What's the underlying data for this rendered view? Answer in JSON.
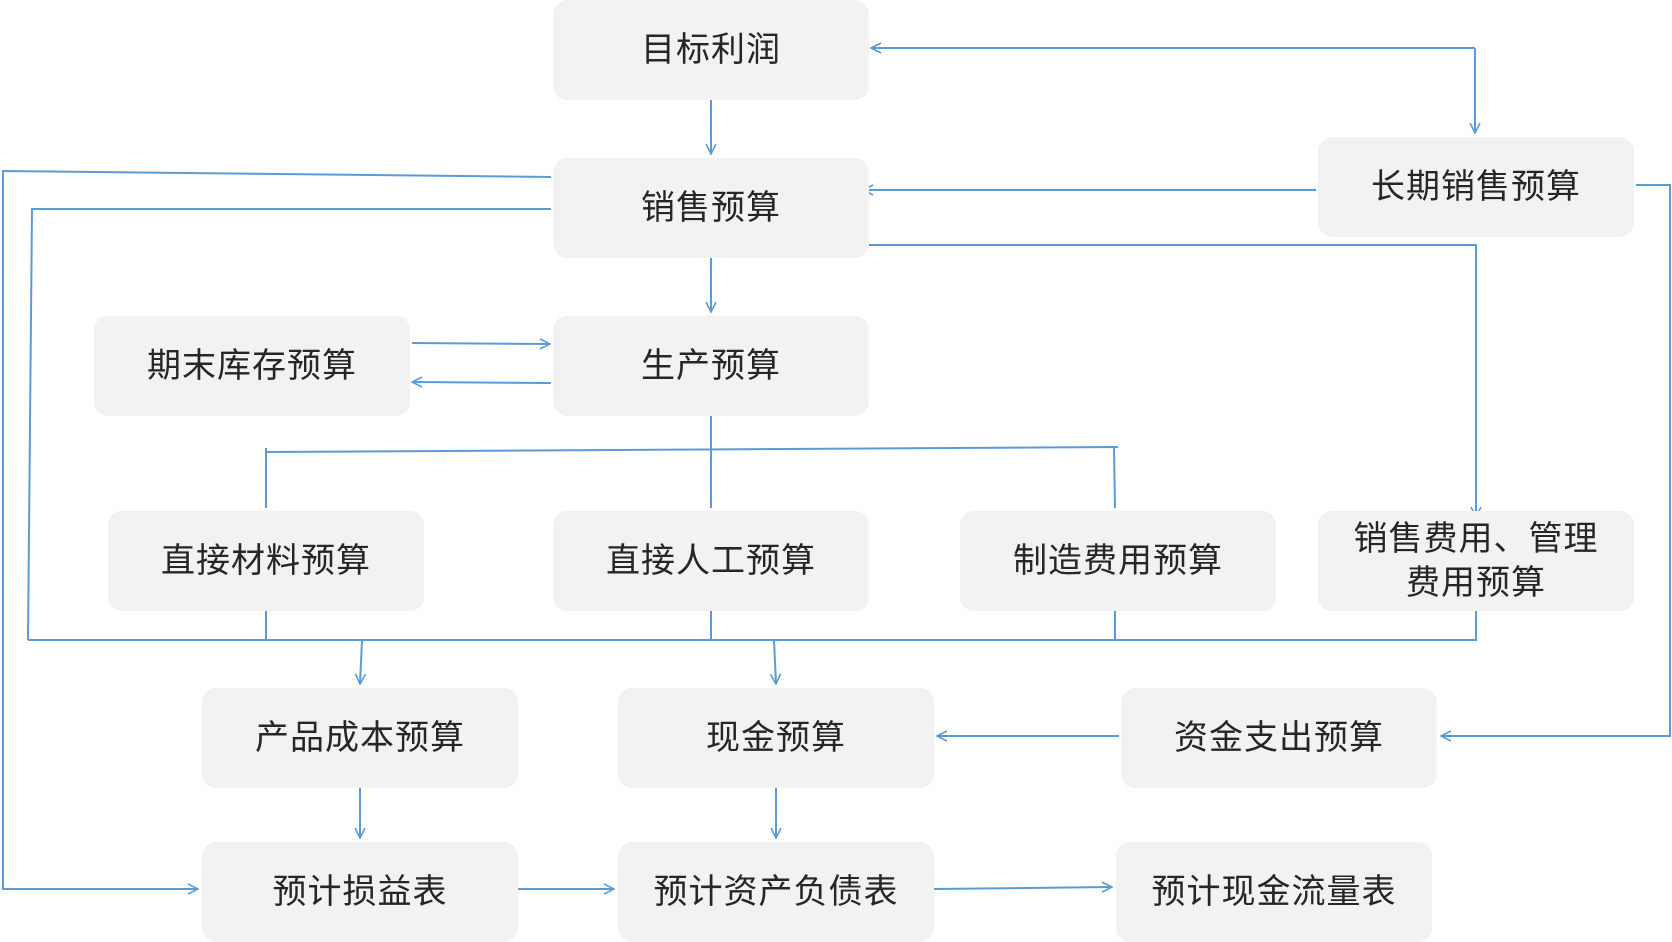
{
  "colors": {
    "edge": "#5b9bd5",
    "node_fill": "#f2f2f2",
    "text": "#262626"
  },
  "nodes": {
    "target_profit": "目标利润",
    "sales_budget": "销售预算",
    "long_term_sales_budget": "长期销售预算",
    "ending_inventory_budget": "期末库存预算",
    "production_budget": "生产预算",
    "direct_materials_budget": "直接材料预算",
    "direct_labor_budget": "直接人工预算",
    "manufacturing_overhead_budget": "制造费用预算",
    "selling_admin_budget_line1": "销售费用、管理",
    "selling_admin_budget_line2": "费用预算",
    "product_cost_budget": "产品成本预算",
    "cash_budget": "现金预算",
    "capital_expenditure_budget": "资金支出预算",
    "projected_income_statement": "预计损益表",
    "projected_balance_sheet": "预计资产负债表",
    "projected_cash_flow_statement": "预计现金流量表"
  }
}
